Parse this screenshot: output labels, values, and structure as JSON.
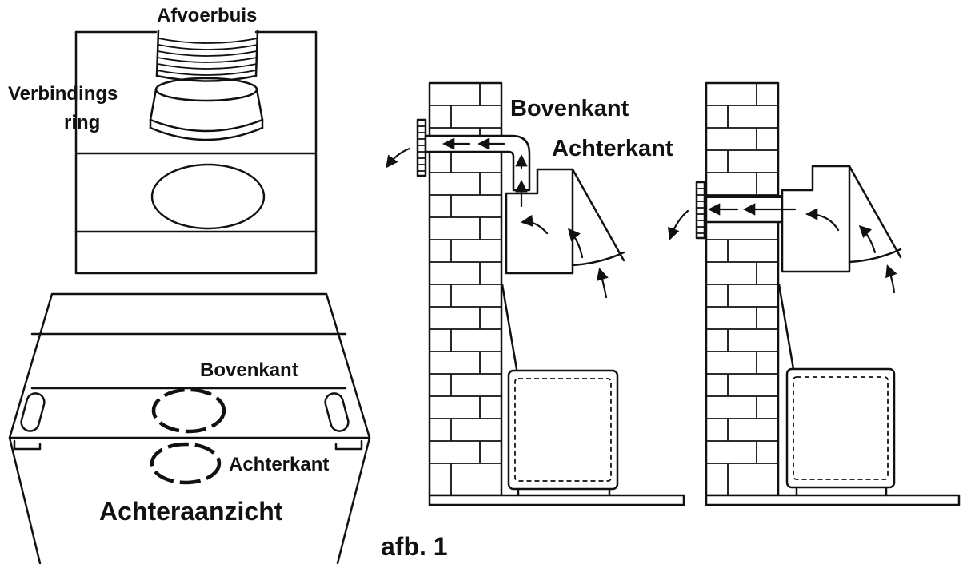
{
  "labels": {
    "duct": "Afvoerbuis",
    "ring_line1": "Verbindings",
    "ring_line2": "ring",
    "top_side": "Bovenkant",
    "back_side": "Achterkant",
    "top_rear": "Bovenkant",
    "back_rear": "Achterkant",
    "rear_view": "Achteraanzicht",
    "figure": "afb. 1"
  }
}
